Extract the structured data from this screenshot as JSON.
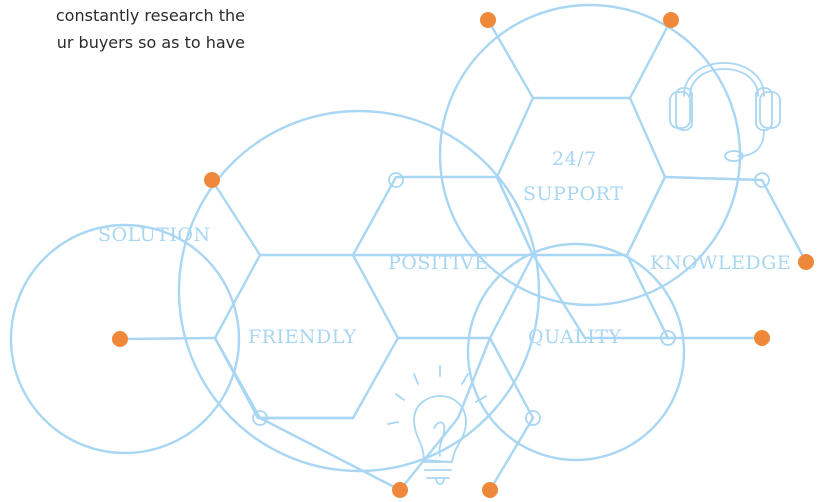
{
  "intro_text": {
    "line1": "constantly research the",
    "line2": "ur buyers so as to have"
  },
  "hex_labels": {
    "solution": "SOLUTION",
    "positive": "POSITIVE",
    "support_line1": "24/7",
    "support_line2": "SUPPORT",
    "knowledge": "KNOWLEDGE",
    "friendly": "FRIENDLY",
    "quality": "QUALITY"
  },
  "colors": {
    "line": "#a9d6f2",
    "label": "#a9d6f2",
    "node_dot": "#f0883a",
    "text": "#2b2b2b"
  },
  "icons": [
    "headset-icon",
    "lightbulb-icon"
  ]
}
